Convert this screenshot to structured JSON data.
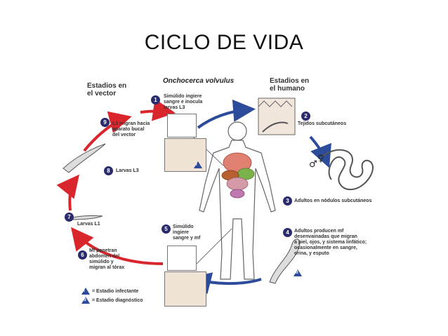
{
  "title": "CICLO DE VIDA",
  "species": "Onchocerca volvulus",
  "headers": {
    "vector": "Estadios en\nel vector",
    "human": "Estadios en\nel humano"
  },
  "steps": [
    {
      "n": "1",
      "text": "Simúlido ingiere\nsangre e inocula\nlarvas L3"
    },
    {
      "n": "2",
      "text": "Tejidos subcutáneos"
    },
    {
      "n": "3",
      "text": "Adultos en nódulos subcutáneos"
    },
    {
      "n": "4",
      "text": "Adultos producen mf\ndesenvainadas que migran\na piel, ojos, y sistema linfático;\nocasionalmente en sangre,\norina, y esputo"
    },
    {
      "n": "5",
      "text": "Simúlido\ningiere\nsangre y mf"
    },
    {
      "n": "6",
      "text": "Mf penetran\nabdomen del\nsimúlido y\nmigran al tórax"
    },
    {
      "n": "7",
      "text": "Larvas L1"
    },
    {
      "n": "8",
      "text": "Larvas L3"
    },
    {
      "n": "9",
      "text": "L3 migran hacia\naparato bucal\ndel vector"
    }
  ],
  "legend": {
    "infective": "= Estadio infectante",
    "diagnostic": "= Estadio diagnóstico",
    "i": "i",
    "d": "d"
  },
  "colors": {
    "red_arrow": "#d9262c",
    "blue_arrow": "#2c4b9a",
    "number_badge": "#2a2a6e"
  }
}
